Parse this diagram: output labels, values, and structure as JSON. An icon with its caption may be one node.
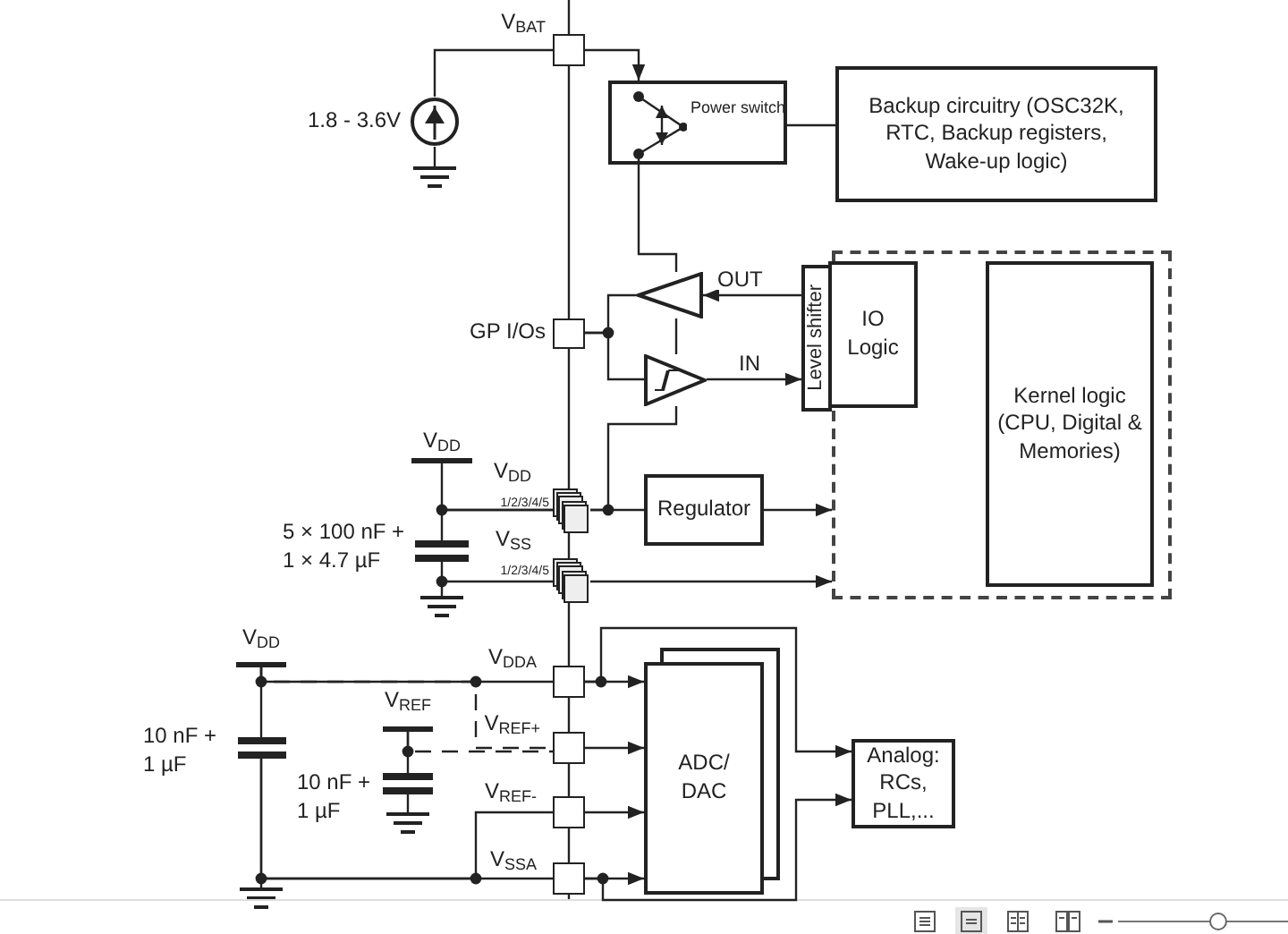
{
  "diagram": {
    "nodes": [
      {
        "text": [],
        "shape": "circle",
        "beside": [
          "1.8 - 3.6V"
        ]
      },
      {
        "text": [
          "V$_{BAT}$"
        ]
      },
      {
        "text": [
          "Power switch"
        ]
      },
      {
        "text": [
          "Backup circuitry (OSC32K, RTC, Backup registers, Wake-up logic)"
        ]
      },
      {
        "text": [],
        "shape": "box"
      },
      {
        "text": [
          "Level shifter"
        ]
      },
      {
        "text": [
          "IO Logic"
        ],
        "in": 4
      },
      {
        "text": [
          "Kernel logic (CPU, Digital & Memories)"
        ],
        "in": 4
      },
      {
        "text": [],
        "shape": "triangle"
      },
      {
        "text": [],
        "shape": "triangle"
      },
      {
        "text": [
          "GP I/Os"
        ]
      },
      {
        "text": [
          "V$_{DD}$"
        ]
      },
      {
        "text": [
          "V$_{DD}$",
          "1/2/3/4/5"
        ]
      },
      {
        "text": [
          "V$_{SS}$",
          "1/2/3/4/5"
        ]
      },
      {
        "text": [],
        "shape": "capacitor",
        "beside": [
          "5 × 100 nF + 1 × 4.7 µF"
        ]
      },
      {
        "text": [
          "Regulator"
        ]
      },
      {
        "text": [
          "V$_{DD}$"
        ]
      },
      {
        "text": [
          "V$_{DDA}$"
        ]
      },
      {
        "text": [
          "V$_{REF+}$"
        ]
      },
      {
        "text": [
          "V$_{REF-}$"
        ]
      },
      {
        "text": [
          "V$_{SSA}$"
        ]
      },
      {
        "text": [],
        "shape": "capacitor",
        "beside": [
          "10 nF + 1 µF"
        ]
      },
      {
        "text": [
          "V$_{REF}$"
        ]
      },
      {
        "text": [],
        "shape": "capacitor",
        "beside": [
          "10 nF + 1 µF"
        ]
      },
      {
        "text": [
          "ADC/ DAC"
        ]
      },
      {
        "text": [
          "Analog: RCs, PLL,..."
        ]
      }
    ],
    "edges": [
      {
        "from": 0,
        "to": 1,
        "arrow": "none"
      },
      {
        "from": 1,
        "to": 2,
        "arrow": "to"
      },
      {
        "from": 2,
        "to": 3,
        "arrow": "none"
      },
      {
        "from": 12,
        "to": 9,
        "arrow": "none"
      },
      {
        "from": 5,
        "to": 8,
        "arrow": "to",
        "label": "OUT"
      },
      {
        "from": 8,
        "to": 10,
        "arrow": "none"
      },
      {
        "from": 10,
        "to": 9,
        "arrow": "none"
      },
      {
        "from": 9,
        "to": 5,
        "arrow": "to",
        "label": "IN"
      },
      {
        "from": 11,
        "to": 12,
        "arrow": "none"
      },
      {
        "from": 12,
        "to": 14,
        "arrow": "none"
      },
      {
        "from": 14,
        "to": 13,
        "arrow": "none"
      },
      {
        "from": 12,
        "to": 15,
        "arrow": "none"
      },
      {
        "from": 15,
        "to": 4,
        "arrow": "to"
      },
      {
        "from": 13,
        "to": 4,
        "arrow": "to"
      },
      {
        "from": 16,
        "to": 17,
        "arrow": "none"
      },
      {
        "from": 16,
        "to": 21,
        "arrow": "none"
      },
      {
        "from": 21,
        "to": 20,
        "arrow": "none"
      },
      {
        "from": 16,
        "to": 18,
        "arrow": "none",
        "style": "dashed"
      },
      {
        "from": 22,
        "to": 18,
        "arrow": "none",
        "style": "dashed"
      },
      {
        "from": 22,
        "to": 23,
        "arrow": "none"
      },
      {
        "from": 21,
        "to": 19,
        "arrow": "none"
      },
      {
        "from": 17,
        "to": 24,
        "arrow": "to"
      },
      {
        "from": 18,
        "to": 24,
        "arrow": "to"
      },
      {
        "from": 19,
        "to": 24,
        "arrow": "to"
      },
      {
        "from": 20,
        "to": 24,
        "arrow": "to"
      },
      {
        "from": 17,
        "to": 25,
        "arrow": "to"
      },
      {
        "from": 20,
        "to": 25,
        "arrow": "to"
      },
      {
        "from": 9,
        "to": 8,
        "arrow": "none"
      },
      {
        "from": 8,
        "to": 2,
        "arrow": "none"
      }
    ]
  }
}
